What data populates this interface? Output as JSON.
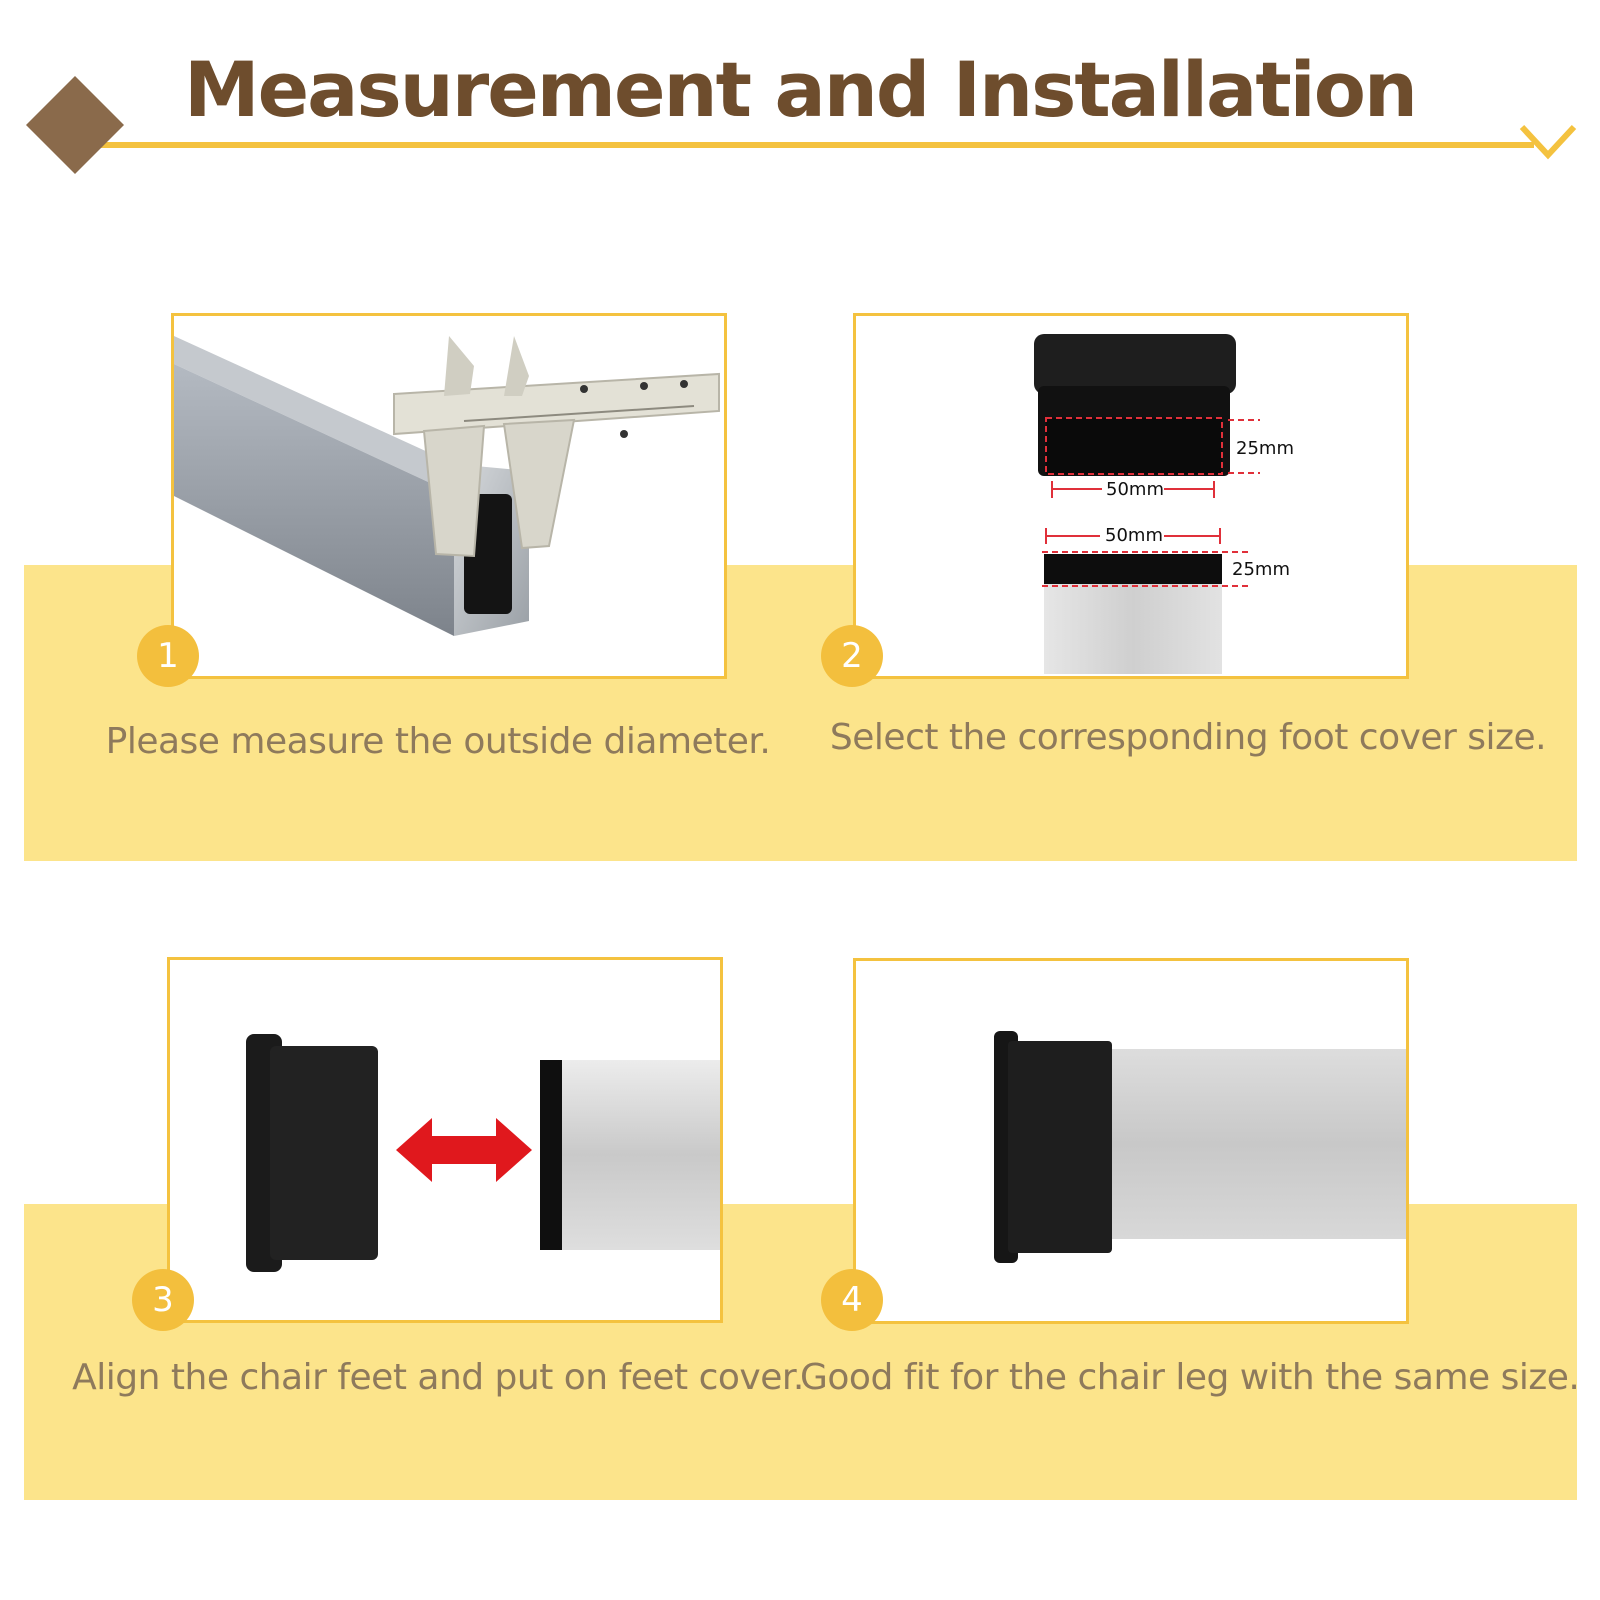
{
  "header": {
    "title": "Measurement and Installation",
    "colors": {
      "title": "#6e4d2d",
      "accent_line": "#f4c23f",
      "diamond": "#8a6a4b"
    }
  },
  "steps": [
    {
      "number": "1",
      "caption": "Please measure the outside diameter.",
      "image": "caliper-measuring-tube"
    },
    {
      "number": "2",
      "caption": "Select the corresponding foot cover size.",
      "image": "foot-cover-size-diagram",
      "dimensions": {
        "cover_width": "50mm",
        "cover_height": "25mm",
        "tube_width": "50mm",
        "tube_height": "25mm"
      }
    },
    {
      "number": "3",
      "caption": "Align the chair feet and put on feet cover.",
      "image": "cover-and-tube-alignment"
    },
    {
      "number": "4",
      "caption": "Good fit for the chair leg with the same size.",
      "image": "cover-installed-on-tube"
    }
  ],
  "colors": {
    "band": "#fce48b",
    "panel_border": "#f4c23f",
    "badge": "#f3bf3d",
    "caption_text": "#8e7a5c"
  }
}
